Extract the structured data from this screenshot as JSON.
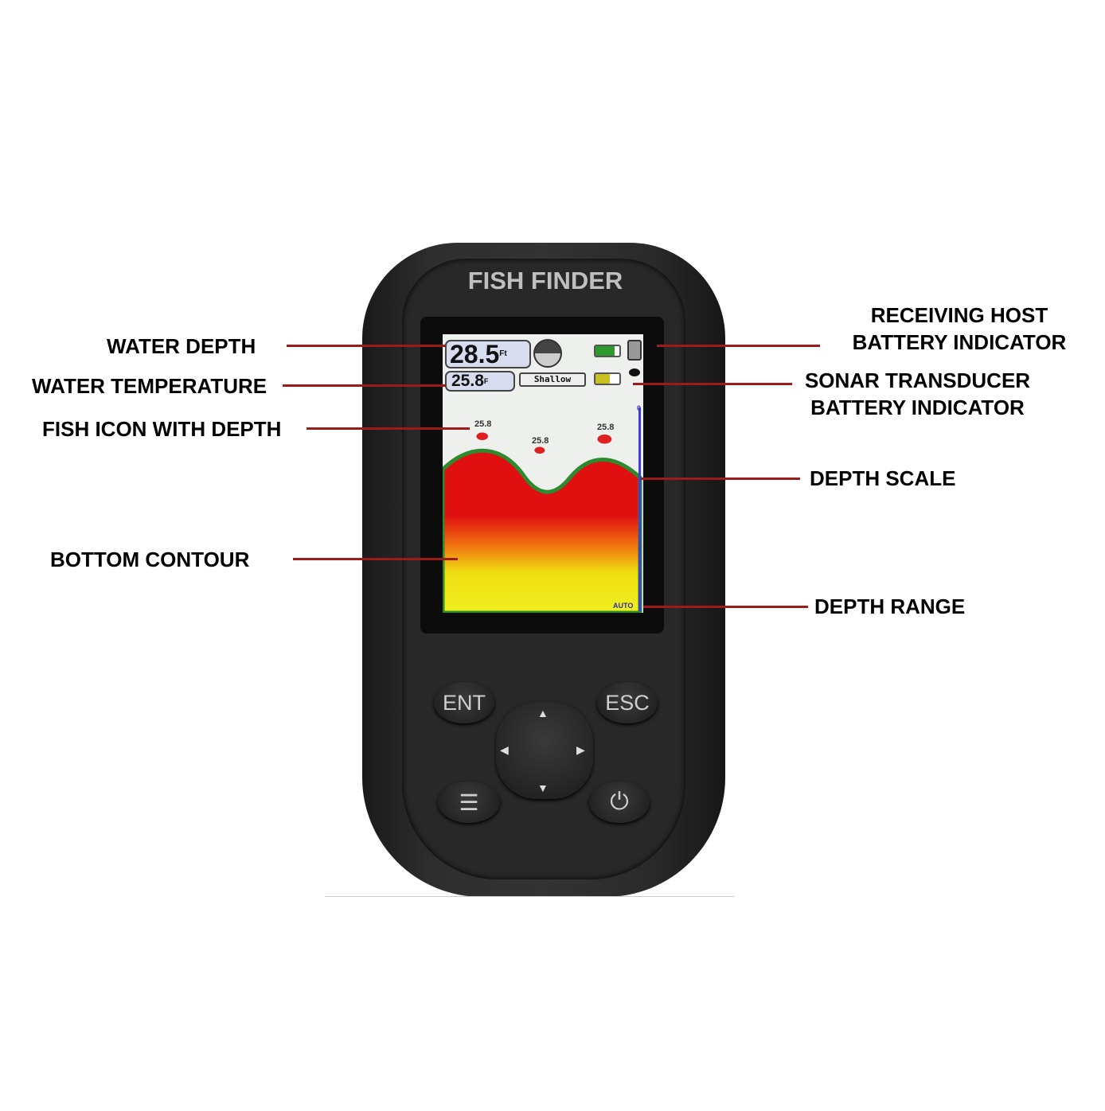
{
  "device": {
    "brand": "FISH FINDER",
    "buttons": {
      "enter": "ENT",
      "escape": "ESC",
      "menu_icon": "menu-icon",
      "power_icon": "power-icon"
    },
    "dpad": {
      "up": "▲",
      "down": "▼",
      "left": "◀",
      "right": "▶"
    }
  },
  "display": {
    "depth_value": "28.5",
    "depth_unit": "Ft",
    "temperature_value": "25.8",
    "temperature_unit": "F",
    "mode": "Shallow",
    "fish": [
      {
        "depth": "25.8"
      },
      {
        "depth": "25.8"
      },
      {
        "depth": "25.8"
      }
    ],
    "range_mode": "AUTO",
    "scale_top": "0",
    "colors": {
      "host_battery": "#2e9a2e",
      "transducer_battery": "#c8c020",
      "fish": "#e02020",
      "scale": "#4040d0"
    }
  },
  "callouts": {
    "water_depth": "WATER DEPTH",
    "water_temperature": "WATER TEMPERATURE",
    "fish_icon": "FISH ICON WITH DEPTH",
    "bottom_contour": "BOTTOM CONTOUR",
    "host_battery_1": "RECEIVING HOST",
    "host_battery_2": "BATTERY INDICATOR",
    "transducer_battery_1": "SONAR TRANSDUCER",
    "transducer_battery_2": "BATTERY INDICATOR",
    "depth_scale": "DEPTH SCALE",
    "depth_range": "DEPTH RANGE"
  },
  "line_color": "#9b1b1b"
}
